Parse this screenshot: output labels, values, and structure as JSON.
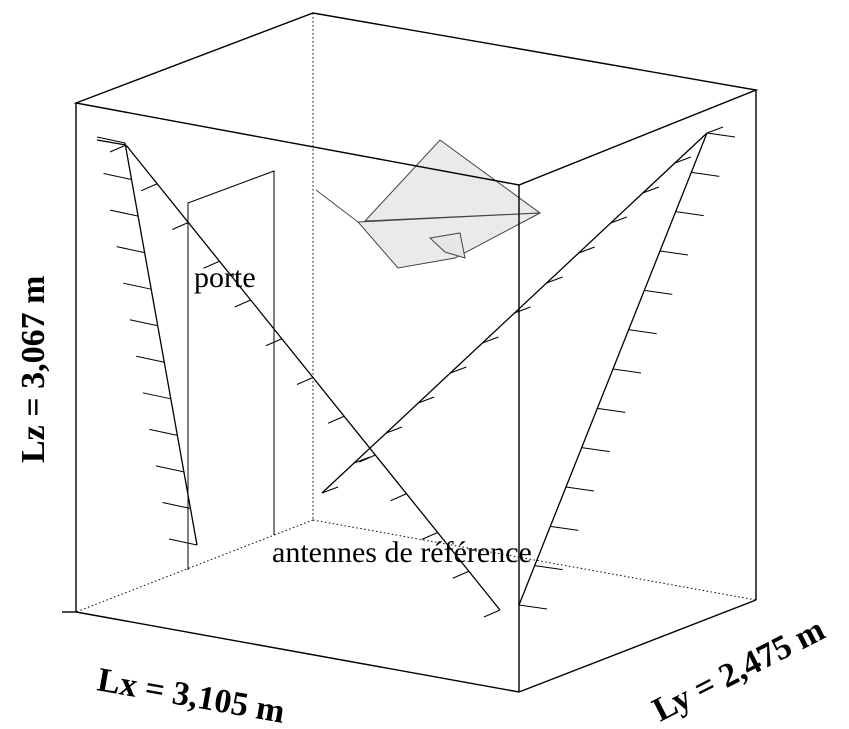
{
  "labels": {
    "lz": "Lz = 3,067 m",
    "lx": "Lx = 3,105 m",
    "ly": "Ly = 2,475 m",
    "door": "porte",
    "reference_antennas": "antennes de référence"
  }
}
